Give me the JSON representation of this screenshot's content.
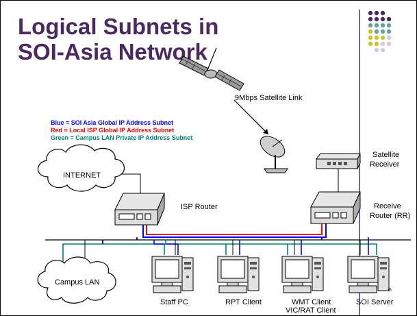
{
  "slide": {
    "title_line1": "Logical Subnets in",
    "title_line2": "SOI-Asia Network"
  },
  "legend": {
    "blue": "Blue = SOI Asia Global IP Address Subnet",
    "red": "Red = Local ISP Global IP Address Subnet",
    "green": "Green = Campus LAN Private IP Address Subnet"
  },
  "labels": {
    "satellite_link": "9Mbps Satellite Link",
    "internet": "INTERNET",
    "isp_router": "ISP Router",
    "satellite_receiver_1": "Satellite",
    "satellite_receiver_2": "Receiver",
    "receive_router_1": "Receive",
    "receive_router_2": "Router (RR)",
    "campus_lan": "Campus LAN",
    "staff_pc": "Staff PC",
    "rpt_client": "RPT Client",
    "wmt_client_1": "WMT Client",
    "wmt_client_2": "VIC/RAT Client",
    "soi_server": "SOI Server",
    "corner_mark": "ㅀ"
  },
  "colors": {
    "title": "#4a2960",
    "blue": "#0000ff",
    "red": "#ff0000",
    "green": "#008080",
    "dot_purple": "#4a2960",
    "dot_teal": "#6aa0a0",
    "dot_yellow": "#c8c82a",
    "dot_lavender": "#d0cde0"
  },
  "icons": [
    "satellite-icon",
    "dish-icon",
    "cloud-icon",
    "router-icon",
    "computer-icon"
  ]
}
